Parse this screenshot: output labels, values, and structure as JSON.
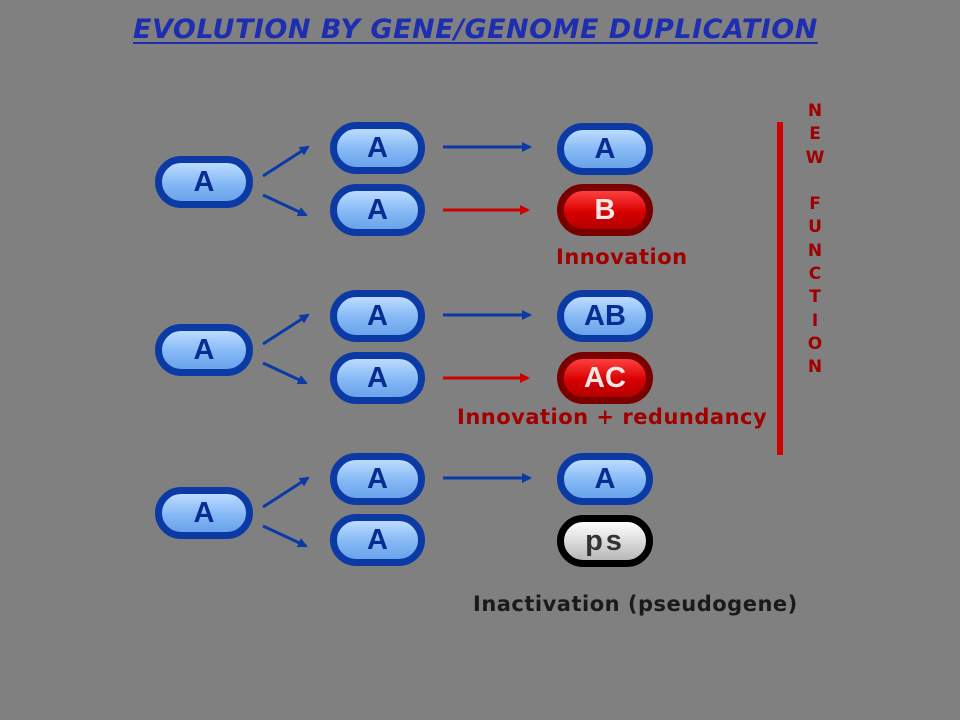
{
  "title": "EVOLUTION BY GENE/GENOME DUPLICATION",
  "colors": {
    "blue": "#0c3aa5",
    "red": "#d00000",
    "black": "#000000"
  },
  "rows": [
    {
      "ancestor": "A",
      "duplicates": [
        "A",
        "A"
      ],
      "results": [
        {
          "text": "A",
          "style": "blue"
        },
        {
          "text": "B",
          "style": "red"
        }
      ],
      "label": "Innovation"
    },
    {
      "ancestor": "A",
      "duplicates": [
        "A",
        "A"
      ],
      "results": [
        {
          "text": "AB",
          "style": "blue"
        },
        {
          "text": "AC",
          "style": "red"
        }
      ],
      "label": "Innovation + redundancy"
    },
    {
      "ancestor": "A",
      "duplicates": [
        "A",
        "A"
      ],
      "results": [
        {
          "text": "A",
          "style": "blue"
        },
        {
          "text": "ps",
          "style": "gray"
        }
      ],
      "label": "Inactivation (pseudogene)"
    }
  ],
  "side_label": {
    "lines": [
      "N",
      "E",
      "W",
      "",
      "F",
      "U",
      "N",
      "C",
      "T",
      "I",
      "O",
      "N"
    ]
  }
}
